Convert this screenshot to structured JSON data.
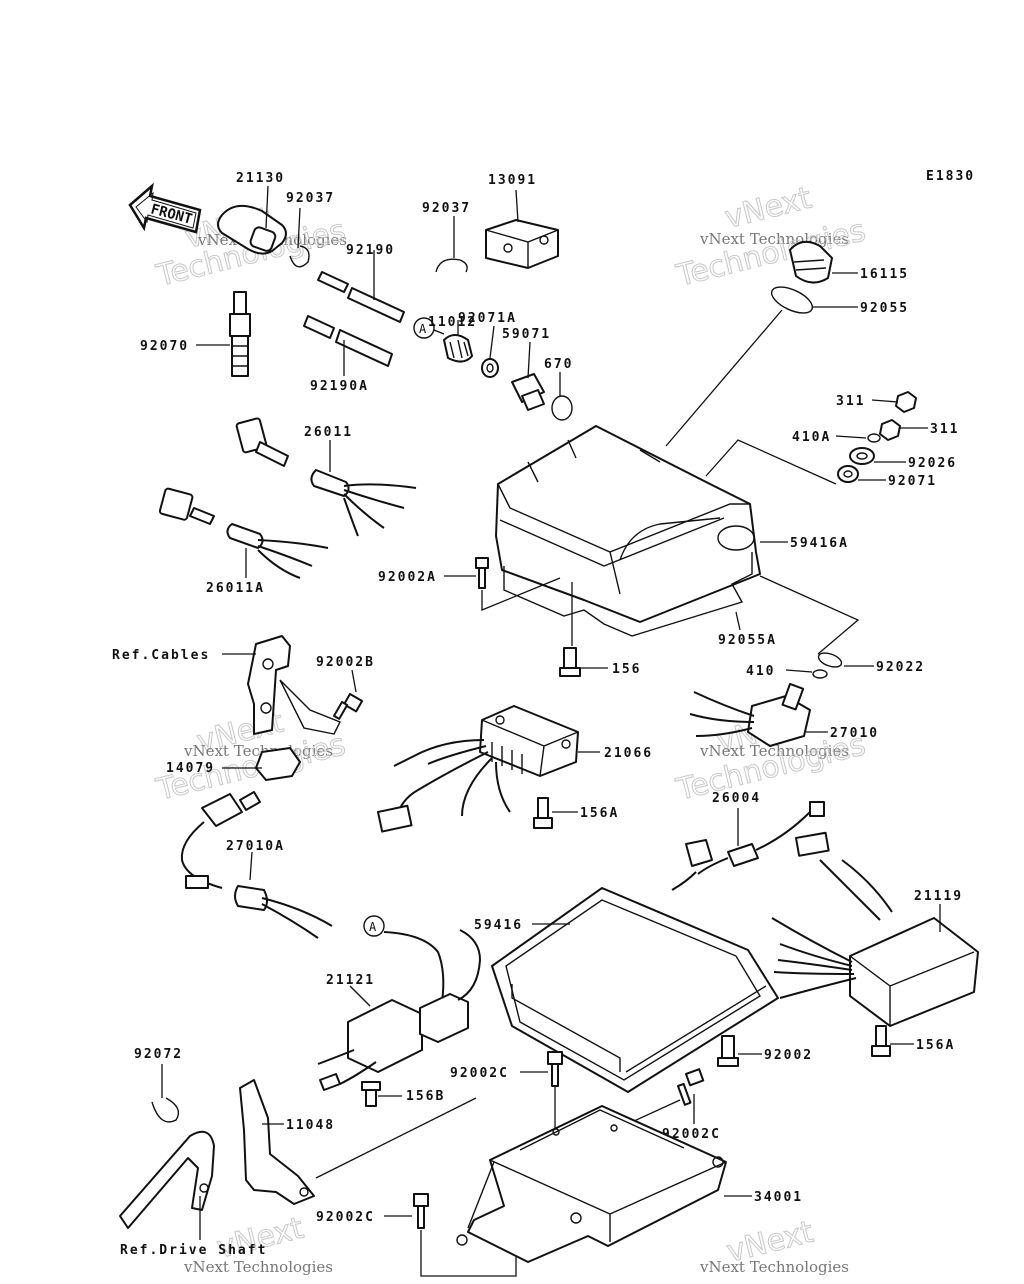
{
  "diagram": {
    "code": "E1830",
    "front_label": "FRONT",
    "watermark_line1": "vNext",
    "watermark_line2": "Technologies",
    "watermark_small": "vNext Technologies",
    "circle_marker": "A",
    "parts": {
      "p21130": "21130",
      "p92037a": "92037",
      "p92037b": "92037",
      "p13091": "13091",
      "p92190": "92190",
      "p92190A": "92190A",
      "p92070": "92070",
      "p11012": "11012",
      "p92071A": "92071A",
      "p59071": "59071",
      "p670": "670",
      "p16115": "16115",
      "p92055": "92055",
      "p311a": "311",
      "p311b": "311",
      "p410A": "410A",
      "p92026": "92026",
      "p92071": "92071",
      "p26011": "26011",
      "p26011A": "26011A",
      "p59416A": "59416A",
      "p92002A": "92002A",
      "p92055A": "92055A",
      "p156": "156",
      "pRefCables": "Ref.Cables",
      "p92002B": "92002B",
      "p410": "410",
      "p92022": "92022",
      "p27010": "27010",
      "p14079": "14079",
      "p21066": "21066",
      "p156A_mid": "156A",
      "p26004": "26004",
      "p27010A": "27010A",
      "p59416": "59416",
      "p21119": "21119",
      "p21121": "21121",
      "p92002": "92002",
      "p156A_right": "156A",
      "p92072": "92072",
      "p156B": "156B",
      "p92002C_a": "92002C",
      "p92002C_b": "92002C",
      "p92002C_c": "92002C",
      "p11048": "11048",
      "p34001": "34001",
      "pRefDriveShaft": "Ref.Drive Shaft"
    }
  }
}
